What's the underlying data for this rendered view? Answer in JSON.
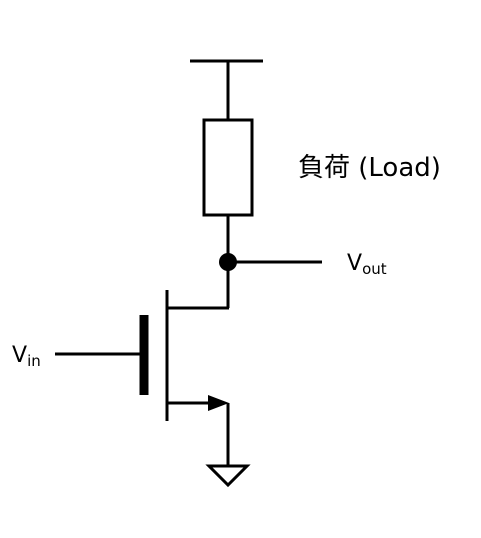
{
  "diagram": {
    "load_label": "負荷 (Load)",
    "vout": {
      "main": "V",
      "sub": "out"
    },
    "vin": {
      "main": "V",
      "sub": "in"
    }
  },
  "colors": {
    "stroke": "#000000",
    "background": "#ffffff"
  }
}
